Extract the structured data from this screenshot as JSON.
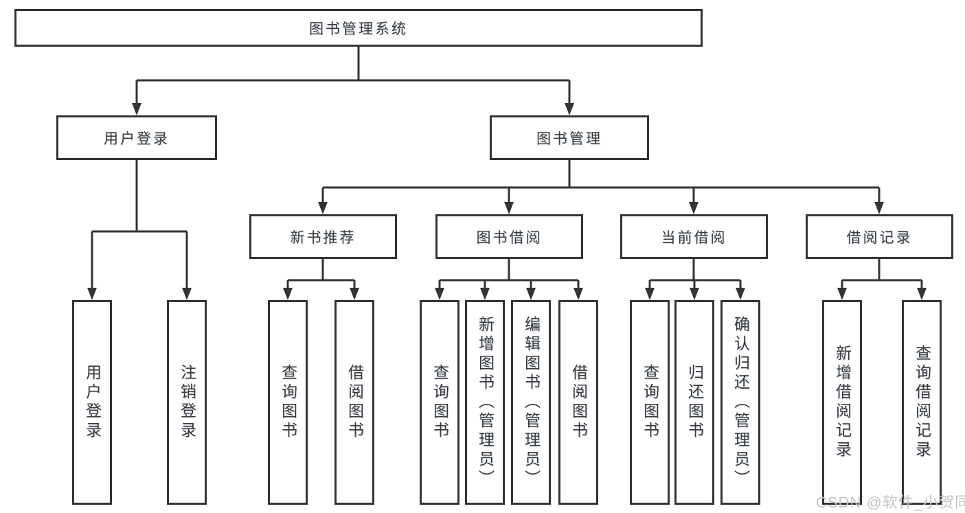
{
  "diagram": {
    "root": {
      "label": "图书管理系统"
    },
    "level2": [
      {
        "label": "用户登录"
      },
      {
        "label": "图书管理"
      }
    ],
    "level3": [
      {
        "label": "新书推荐"
      },
      {
        "label": "图书借阅"
      },
      {
        "label": "当前借阅"
      },
      {
        "label": "借阅记录"
      }
    ],
    "leaves": {
      "user_login": [
        "用户登录",
        "注销登录"
      ],
      "new_books": [
        "查询图书",
        "借阅图书"
      ],
      "book_borrow": [
        "查询图书",
        "新增图书（管理员）",
        "编辑图书（管理员）",
        "借阅图书"
      ],
      "current_borrow": [
        "查询图书",
        "归还图书",
        "确认归还（管理员）"
      ],
      "borrow_records": [
        "新增借阅记录",
        "查询借阅记录"
      ]
    }
  },
  "watermark": {
    "text": "CSDN @软件_小贺同学"
  },
  "colors": {
    "line": "#333333",
    "background": "#ffffff",
    "watermark": "#c3c3c3"
  }
}
